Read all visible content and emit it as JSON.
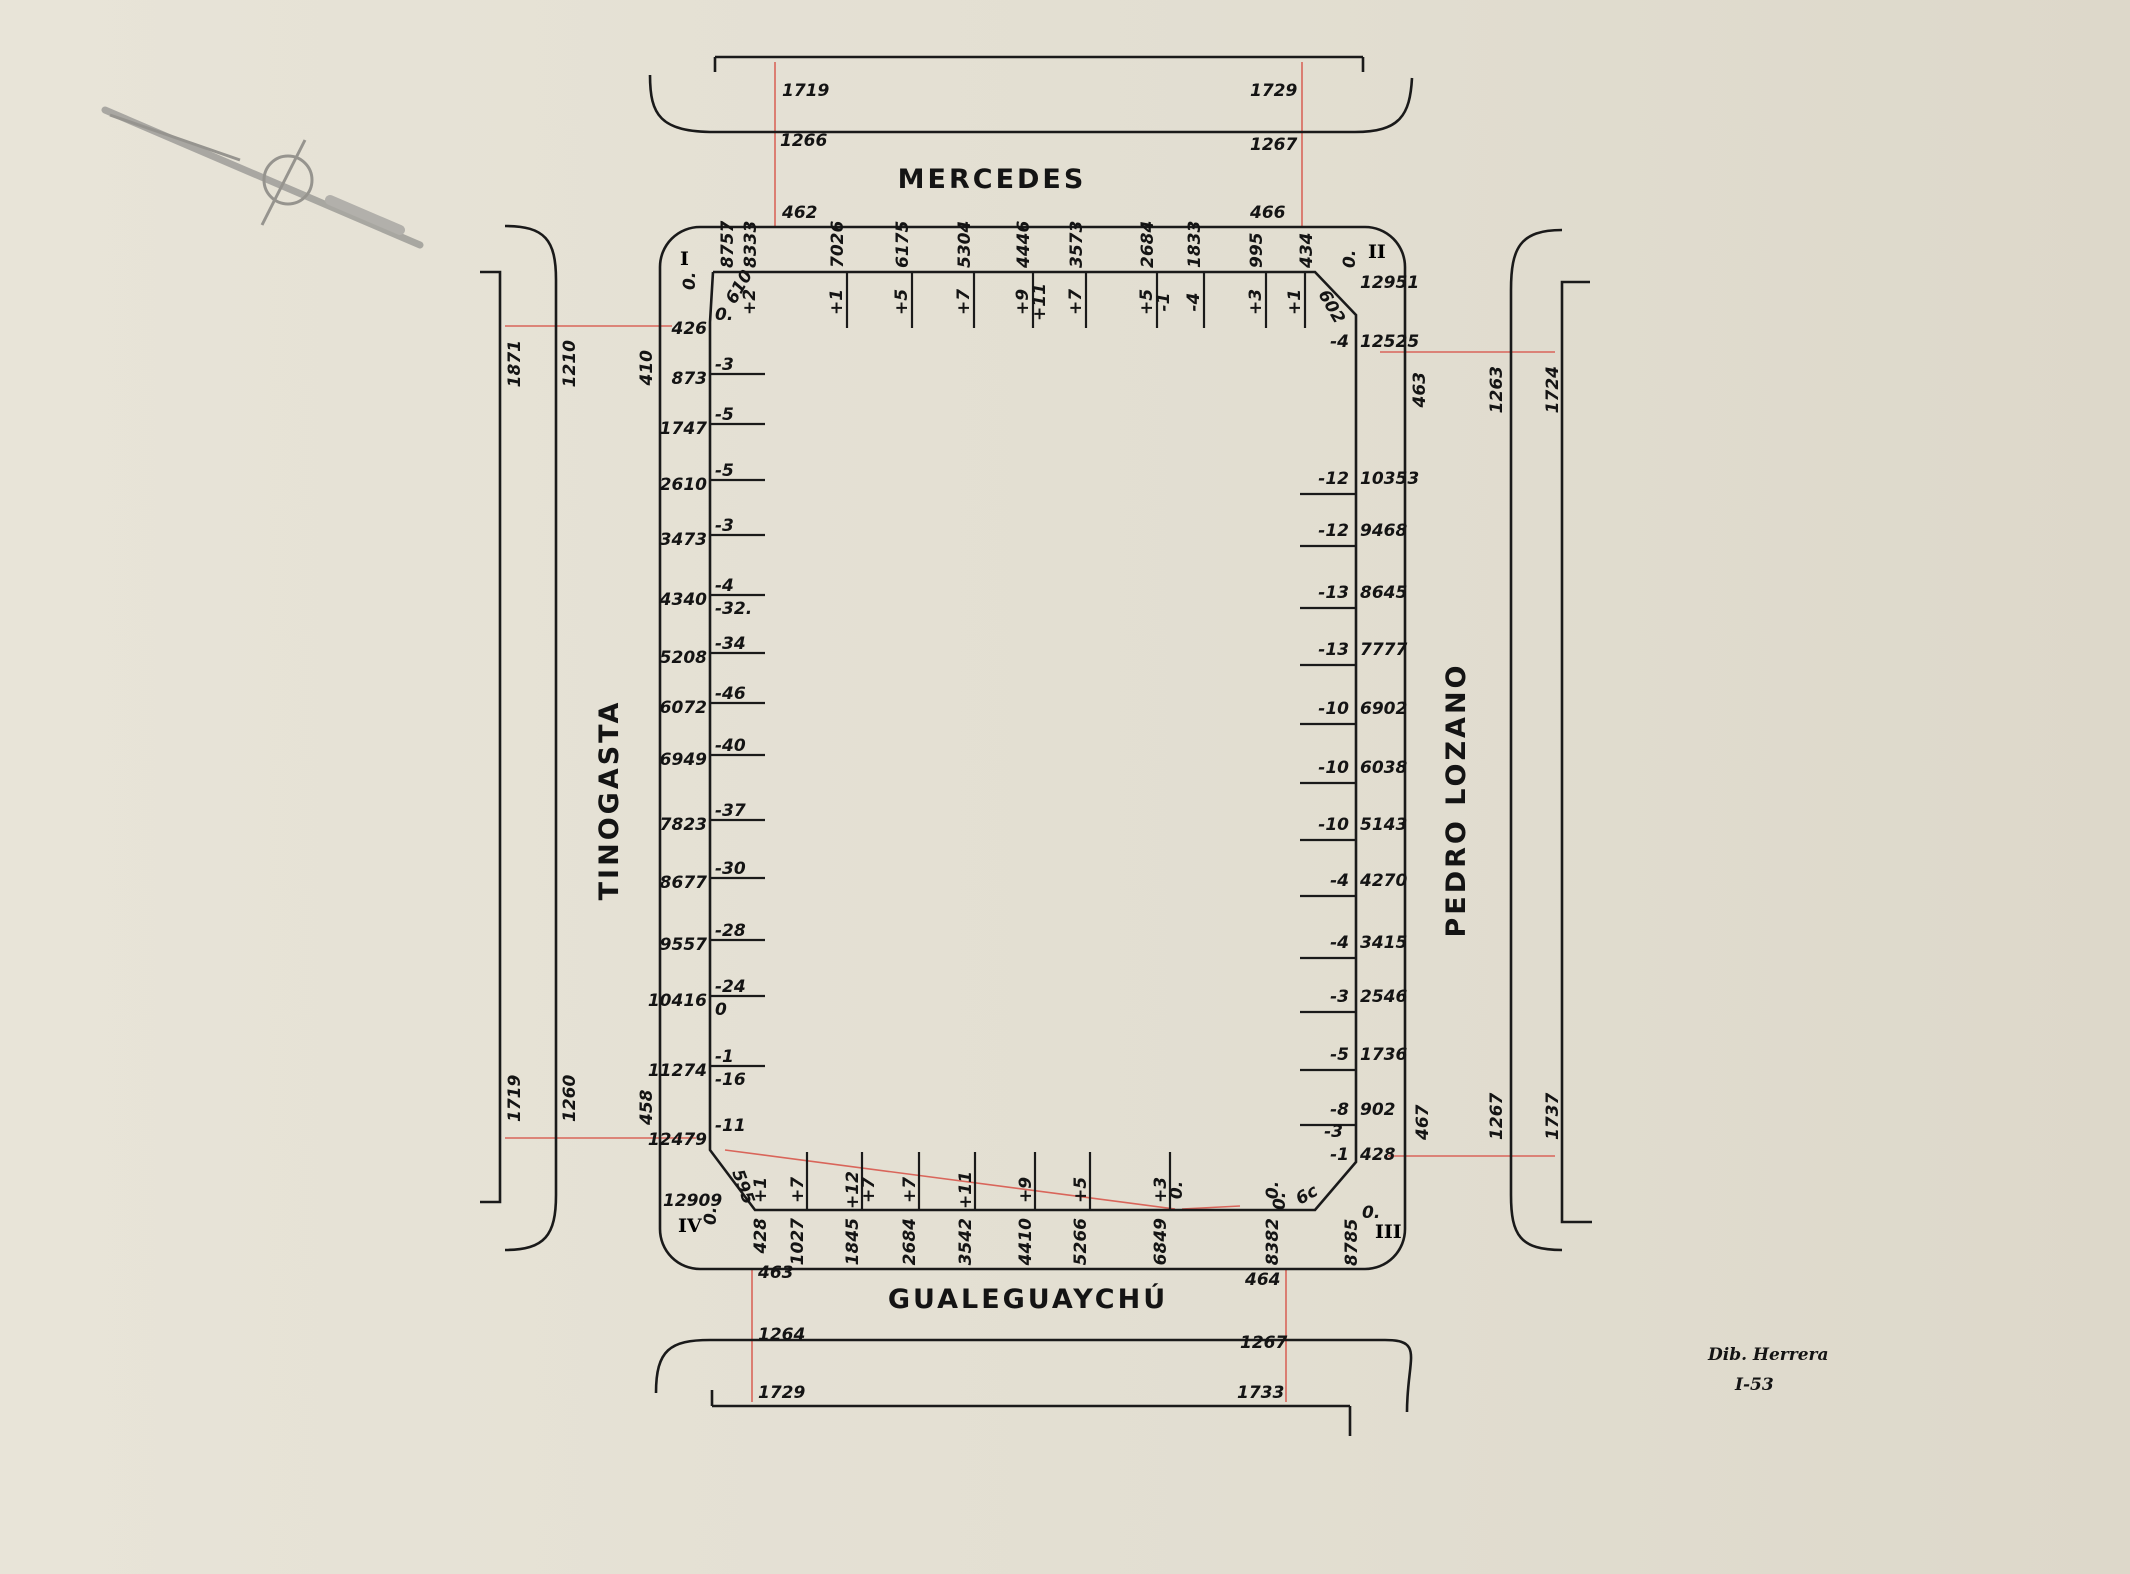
{
  "streets": {
    "north": "MERCEDES",
    "south": "GUALEGUAYCHÚ",
    "west": "TINOGASTA",
    "east": "PEDRO LOZANO"
  },
  "corners": {
    "nw": "I",
    "ne": "II",
    "se": "III",
    "sw": "IV"
  },
  "corner_zero": "0.",
  "signature": {
    "author": "Dib. Herrera",
    "date": "I-53"
  },
  "north_outer": {
    "left_cotas": [
      "1719",
      "1266",
      "462"
    ],
    "right_cotas": [
      "1729",
      "1267",
      "466"
    ]
  },
  "south_outer": {
    "left_cotas": [
      "463",
      "1264",
      "1729"
    ],
    "right_cotas": [
      "464",
      "1267",
      "1733"
    ]
  },
  "west_outer": {
    "top_cotas": [
      "1871",
      "1210",
      "410"
    ],
    "bottom_cotas": [
      "1719",
      "1260",
      "458"
    ]
  },
  "east_outer": {
    "top_cotas": [
      "463",
      "1263",
      "1724"
    ],
    "bottom_cotas": [
      "467",
      "1267",
      "1737"
    ]
  },
  "north_side": {
    "start": "8757",
    "chamfer": "610",
    "chamfer_end": "434",
    "ticks": [
      {
        "dist": "8333",
        "slope": "+2"
      },
      {
        "dist": "7026",
        "slope": "+1"
      },
      {
        "dist": "6175",
        "slope": "+5"
      },
      {
        "dist": "5304",
        "slope": "+7"
      },
      {
        "dist": "4446",
        "slope": "+9",
        "slope2": "+11"
      },
      {
        "dist": "3573",
        "slope": "+7"
      },
      {
        "dist": "2684",
        "slope": "+5",
        "slope2": "-1"
      },
      {
        "dist": "1833",
        "slope": "-4"
      },
      {
        "dist": "995",
        "slope": "+3"
      },
      {
        "dist": "",
        "slope": "+1"
      }
    ]
  },
  "ne_chamfer": {
    "value": "602",
    "dist": "12951"
  },
  "east_side": {
    "ticks": [
      {
        "dist": "12525",
        "slope": "-4"
      },
      {
        "dist": "10353",
        "slope": "-12"
      },
      {
        "dist": "9468",
        "slope": "-12"
      },
      {
        "dist": "8645",
        "slope": "-13"
      },
      {
        "dist": "7777",
        "slope": "-13"
      },
      {
        "dist": "6902",
        "slope": "-10"
      },
      {
        "dist": "6038",
        "slope": "-10"
      },
      {
        "dist": "5143",
        "slope": "-10"
      },
      {
        "dist": "4270",
        "slope": "-4"
      },
      {
        "dist": "3415",
        "slope": "-4"
      },
      {
        "dist": "2546",
        "slope": "-3"
      },
      {
        "dist": "1736",
        "slope": "-5"
      },
      {
        "dist": "902",
        "slope": "-8",
        "slope2": "-3"
      },
      {
        "dist": "428",
        "slope": "-1"
      }
    ]
  },
  "se_chamfer": {
    "value": "6c",
    "dist": "8785"
  },
  "south_side": {
    "ticks": [
      {
        "dist": "428",
        "slope": "+1"
      },
      {
        "dist": "1027",
        "slope": "+7"
      },
      {
        "dist": "1845",
        "slope": "+12",
        "slope2": "+7"
      },
      {
        "dist": "2684",
        "slope": "+7"
      },
      {
        "dist": "3542",
        "slope": "+11"
      },
      {
        "dist": "4410",
        "slope": "+9"
      },
      {
        "dist": "5266",
        "slope": "+5"
      },
      {
        "dist": "6849",
        "slope": "+3",
        "slope2": "0."
      },
      {
        "dist": "8382",
        "slope": "0."
      }
    ]
  },
  "sw_chamfer": {
    "value": "595",
    "dist": "12909"
  },
  "west_side": {
    "ticks": [
      {
        "dist": "426",
        "slope": "0."
      },
      {
        "dist": "873",
        "slope": "-3"
      },
      {
        "dist": "1747",
        "slope": "-5"
      },
      {
        "dist": "2610",
        "slope": "-5"
      },
      {
        "dist": "3473",
        "slope": "-3"
      },
      {
        "dist": "4340",
        "slope": "-4",
        "slope2": "-32."
      },
      {
        "dist": "5208",
        "slope": "-34"
      },
      {
        "dist": "6072",
        "slope": "-46"
      },
      {
        "dist": "6949",
        "slope": "-40"
      },
      {
        "dist": "7823",
        "slope": "-37"
      },
      {
        "dist": "8677",
        "slope": "-30"
      },
      {
        "dist": "9557",
        "slope": "-28"
      },
      {
        "dist": "10416",
        "slope": "-24",
        "slope2": "0"
      },
      {
        "dist": "11274",
        "slope": "-1",
        "slope2": "-16"
      },
      {
        "dist": "12479",
        "slope": "-11"
      }
    ]
  }
}
